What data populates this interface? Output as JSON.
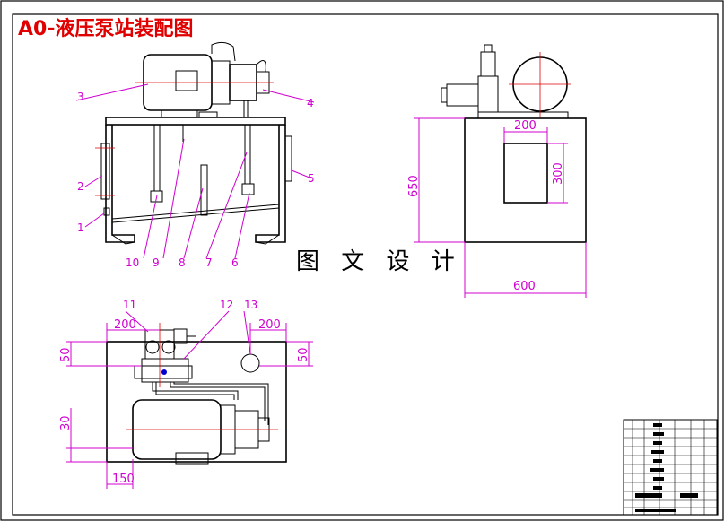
{
  "title": "A0-液压泵站装配图",
  "watermark": "图 文 设 计",
  "front_view": {
    "part_numbers": [
      "1",
      "2",
      "3",
      "4",
      "5",
      "6",
      "7",
      "8",
      "9",
      "10"
    ]
  },
  "side_view": {
    "dims": {
      "width": "600",
      "height": "650",
      "window_w": "200",
      "window_h": "300"
    }
  },
  "top_view": {
    "part_numbers": [
      "11",
      "12",
      "13"
    ],
    "dims": {
      "left_200": "200",
      "right_200": "200",
      "left_50": "50",
      "right_50": "50",
      "left_30": "30",
      "bottom_150": "150"
    }
  },
  "colors": {
    "title": "#e00000",
    "dimension": "#d000d0",
    "centerline": "#e00000",
    "outline": "#000000"
  }
}
